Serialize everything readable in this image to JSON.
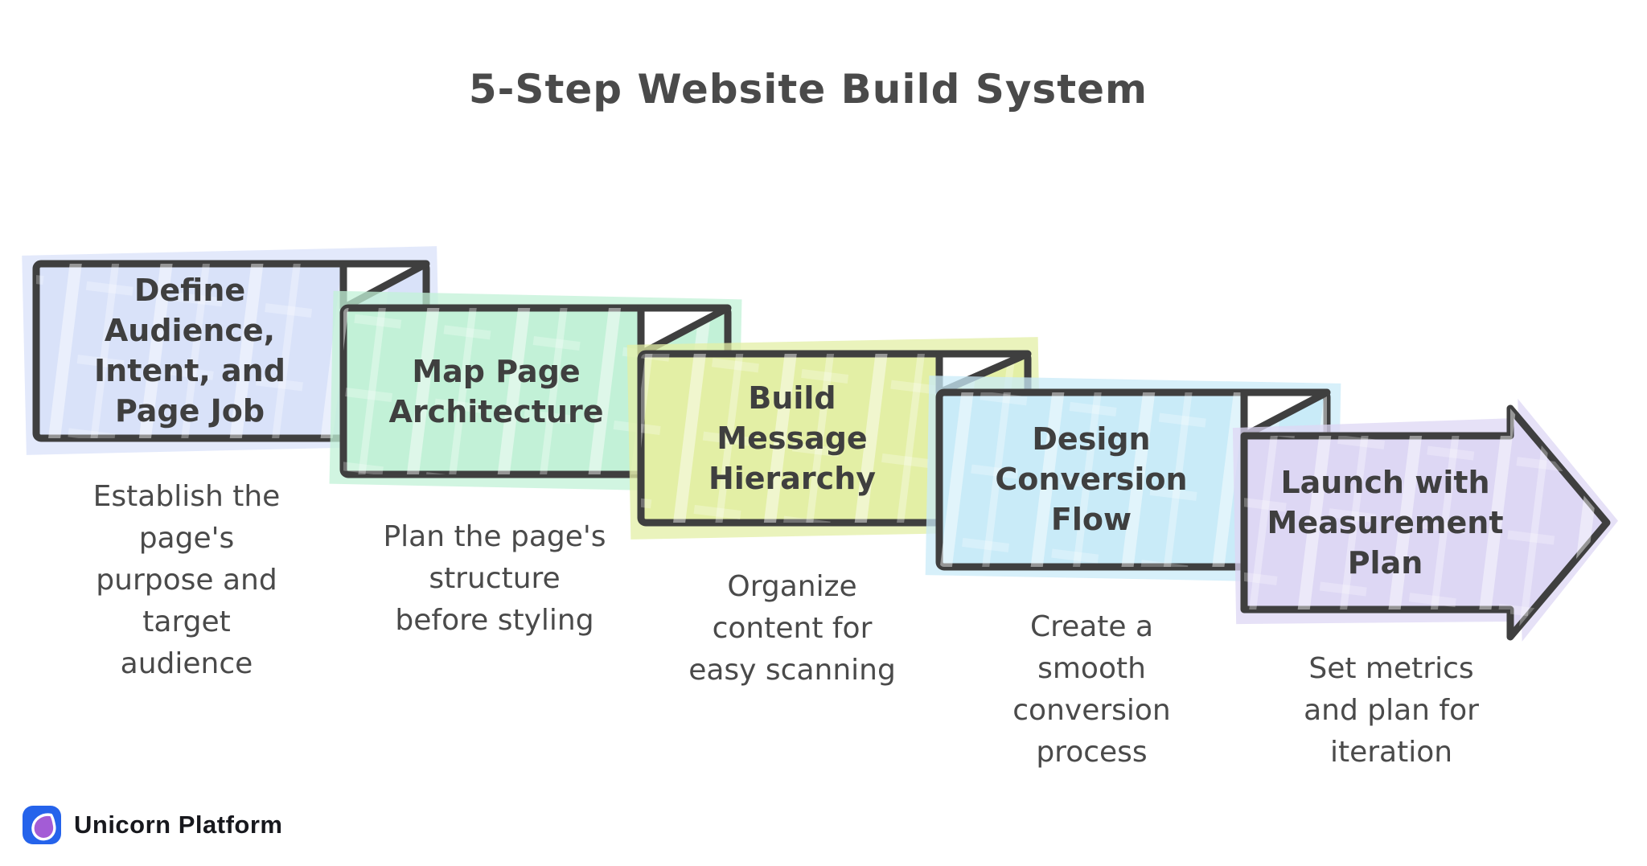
{
  "title": "5-Step Website Build System",
  "steps": [
    {
      "title": "Define Audience, Intent, and Page Job",
      "description": "Establish the page's purpose and target audience",
      "fill": "#d9e2f9"
    },
    {
      "title": "Map Page Architecture",
      "description": "Plan the page's structure before styling",
      "fill": "#c2f1d7"
    },
    {
      "title": "Build Message Hierarchy",
      "description": "Organize content for easy scanning",
      "fill": "#e3efa5"
    },
    {
      "title": "Design Conversion Flow",
      "description": "Create a smooth conversion process",
      "fill": "#c9ebf8"
    },
    {
      "title": "Launch with Measurement Plan",
      "description": "Set metrics and plan for iteration",
      "fill": "#ddd7f4"
    }
  ],
  "branding": {
    "name": "Unicorn Platform",
    "icon": "teardrop",
    "icon_background": "#2563eb",
    "icon_drop": "#a35cd6",
    "icon_outline": "#ffffff",
    "text_color": "#17181d"
  },
  "colors": {
    "outline": "#3f3f3f",
    "text": "#4a4a4a",
    "fold": "#ffffff",
    "background": "#ffffff"
  }
}
